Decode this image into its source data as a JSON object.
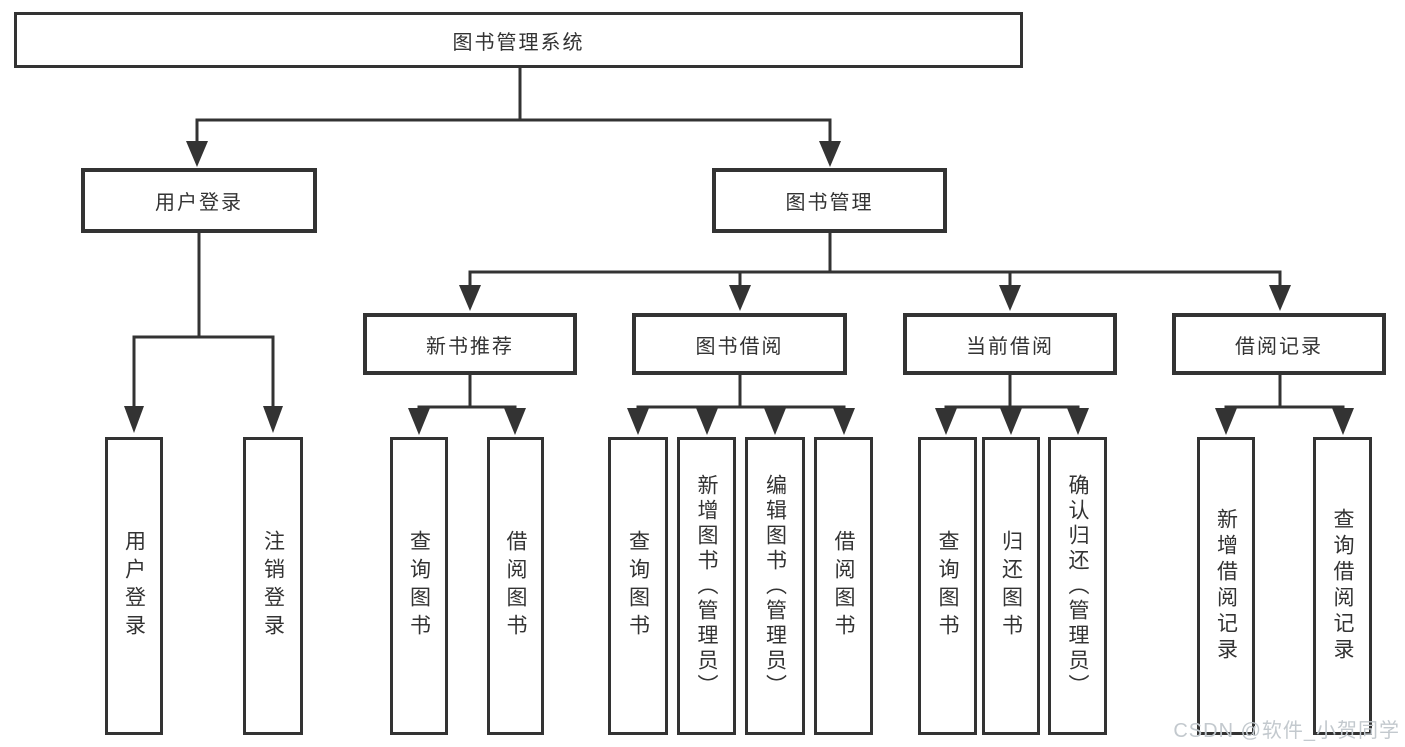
{
  "diagram": {
    "root": {
      "label": "图书管理系统"
    },
    "level2": [
      {
        "label": "用户登录",
        "children": [
          {
            "label": "用户登录"
          },
          {
            "label": "注销登录"
          }
        ]
      },
      {
        "label": "图书管理",
        "children": [
          {
            "label": "新书推荐",
            "children": [
              {
                "label": "查询图书"
              },
              {
                "label": "借阅图书"
              }
            ]
          },
          {
            "label": "图书借阅",
            "children": [
              {
                "label": "查询图书"
              },
              {
                "label": "新增图书（管理员）"
              },
              {
                "label": "编辑图书（管理员）"
              },
              {
                "label": "借阅图书"
              }
            ]
          },
          {
            "label": "当前借阅",
            "children": [
              {
                "label": "查询图书"
              },
              {
                "label": "归还图书"
              },
              {
                "label": "确认归还（管理员）"
              }
            ]
          },
          {
            "label": "借阅记录",
            "children": [
              {
                "label": "新增借阅记录"
              },
              {
                "label": "查询借阅记录"
              }
            ]
          }
        ]
      }
    ]
  },
  "watermark": {
    "text": "CSDN @软件_小贺同学"
  },
  "colors": {
    "line": "#333333",
    "text": "#333333",
    "background": "#ffffff",
    "watermark": "#c3c9ce"
  }
}
